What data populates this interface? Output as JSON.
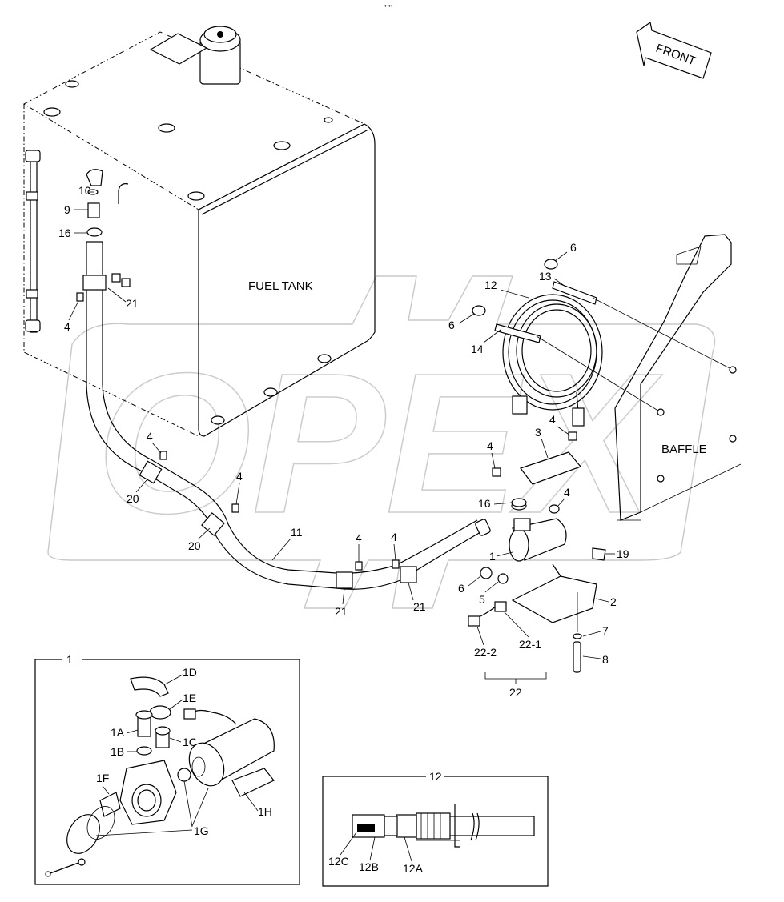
{
  "watermark": "OPEX",
  "labels": {
    "fuel_tank": "FUEL TANK",
    "baffle": "BAFFLE",
    "front": "FRONT"
  },
  "callouts": {
    "c1": "1",
    "c2": "2",
    "c3": "3",
    "c4a": "4",
    "c4b": "4",
    "c4c": "4",
    "c4d": "4",
    "c4e": "4",
    "c4f": "4",
    "c4g": "4",
    "c4h": "4",
    "c5": "5",
    "c6a": "6",
    "c6b": "6",
    "c6c": "6",
    "c7": "7",
    "c8": "8",
    "c9": "9",
    "c10": "10",
    "c11": "11",
    "c12": "12",
    "c13": "13",
    "c14": "14",
    "c16a": "16",
    "c16b": "16",
    "c19": "19",
    "c20a": "20",
    "c20b": "20",
    "c21a": "21",
    "c21b": "21",
    "c21c": "21",
    "c22": "22",
    "c22_1": "22-1",
    "c22_2": "22-2"
  },
  "inset_pump": {
    "title": "1",
    "labels": {
      "d": "1D",
      "e": "1E",
      "a": "1A",
      "b": "1B",
      "c": "1C",
      "f": "1F",
      "h": "1H",
      "g": "1G"
    }
  },
  "inset_hose": {
    "title": "12",
    "labels": {
      "c": "12C",
      "b": "12B",
      "a": "12A"
    }
  }
}
